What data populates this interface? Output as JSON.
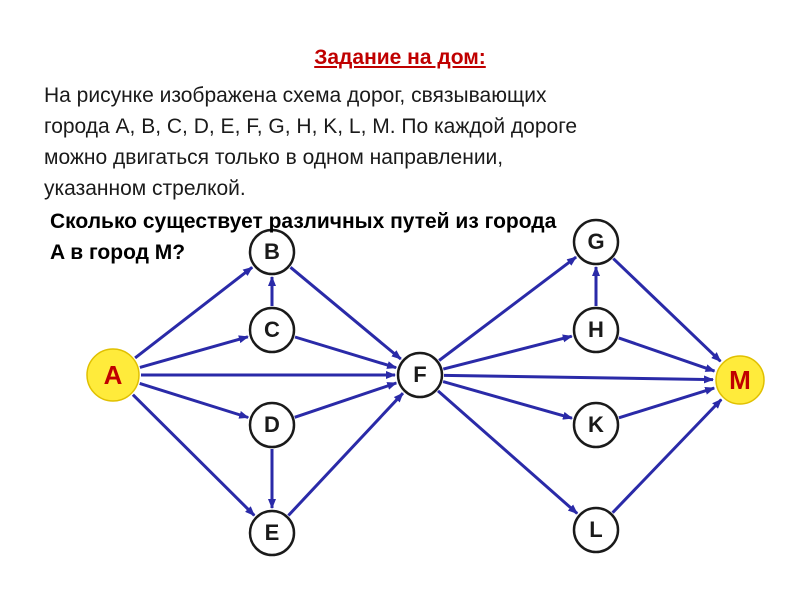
{
  "title": "Задание на дом:",
  "text_lines": [
    "На рисунке изображена схема дорог, связывающих",
    "города A, B, C, D, E, F, G, H, K, L, M. По каждой дороге",
    "можно двигаться только в одном направлении,",
    "указанном стрелкой."
  ],
  "question_lines": [
    "Сколько существует различных путей из города",
    "A в город  M?"
  ],
  "colors": {
    "title": "#c00000",
    "edge": "#2a2aa8",
    "node_fill": "#ffffff",
    "node_stroke": "#1a1a1a",
    "highlight_fill": "#ffeb3b"
  },
  "diagram": {
    "nodes": [
      {
        "id": "A",
        "label": "A",
        "highlight": true
      },
      {
        "id": "B",
        "label": "B"
      },
      {
        "id": "C",
        "label": "C"
      },
      {
        "id": "D",
        "label": "D"
      },
      {
        "id": "E",
        "label": "E"
      },
      {
        "id": "F",
        "label": "F"
      },
      {
        "id": "G",
        "label": "G"
      },
      {
        "id": "H",
        "label": "H"
      },
      {
        "id": "K",
        "label": "K"
      },
      {
        "id": "L",
        "label": "L"
      },
      {
        "id": "M",
        "label": "M",
        "highlight": true
      }
    ],
    "edges": [
      {
        "from": "A",
        "to": "B"
      },
      {
        "from": "A",
        "to": "C"
      },
      {
        "from": "A",
        "to": "F"
      },
      {
        "from": "A",
        "to": "D"
      },
      {
        "from": "A",
        "to": "E"
      },
      {
        "from": "C",
        "to": "B"
      },
      {
        "from": "D",
        "to": "E"
      },
      {
        "from": "B",
        "to": "F"
      },
      {
        "from": "C",
        "to": "F"
      },
      {
        "from": "D",
        "to": "F"
      },
      {
        "from": "E",
        "to": "F"
      },
      {
        "from": "F",
        "to": "G"
      },
      {
        "from": "F",
        "to": "H"
      },
      {
        "from": "F",
        "to": "M"
      },
      {
        "from": "F",
        "to": "K"
      },
      {
        "from": "F",
        "to": "L"
      },
      {
        "from": "H",
        "to": "G"
      },
      {
        "from": "G",
        "to": "M"
      },
      {
        "from": "H",
        "to": "M"
      },
      {
        "from": "K",
        "to": "M"
      },
      {
        "from": "L",
        "to": "M"
      }
    ]
  }
}
